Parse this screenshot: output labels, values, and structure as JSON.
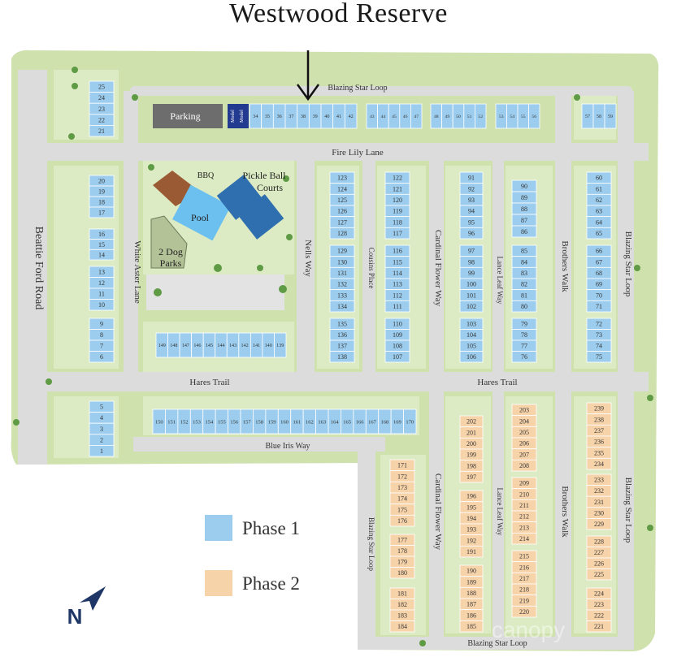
{
  "title": "Westwood Reserve",
  "roads": {
    "blazing_star_loop": "Blazing Star Loop",
    "fire_lily_lane": "Fire Lily Lane",
    "beattie_ford_road": "Beattie Ford Road",
    "white_aster_lane": "White Aster Lane",
    "nells_way": "Nells Way",
    "cousins_place": "Cousins Place",
    "cardinal_flower_way": "Cardinal Flower Way",
    "lance_leaf_way": "Lance Leaf Way",
    "brothers_walk": "Brothers Walk",
    "hares_trail": "Hares Trail",
    "blue_iris_way": "Blue Iris Way"
  },
  "amenities": {
    "parking": "Parking",
    "model": "Model",
    "bbq": "BBQ",
    "pickle_ball": "Pickle Ball",
    "courts": "Courts",
    "pool": "Pool",
    "dog_parks_line1": "2 Dog",
    "dog_parks_line2": "Parks"
  },
  "legend": {
    "phase1": {
      "label": "Phase 1",
      "color": "#9ccdee"
    },
    "phase2": {
      "label": "Phase 2",
      "color": "#f7d3aa"
    }
  },
  "north_label": "N",
  "watermark": "canopy",
  "colors": {
    "grass": "#cfe1ad",
    "grass_light": "#dcebc3",
    "road": "#dcdcdc",
    "lot_gray": "#f0f0f0",
    "tree": "#5f9a45",
    "arrow": "#1f3766"
  },
  "lots": {
    "row_21_25": [
      "25",
      "24",
      "23",
      "22",
      "21"
    ],
    "row_34_42": [
      "34",
      "35",
      "36",
      "37",
      "38",
      "39",
      "40",
      "41",
      "42"
    ],
    "row_43_47": [
      "43",
      "44",
      "45",
      "46",
      "47"
    ],
    "row_48_52": [
      "48",
      "49",
      "50",
      "51",
      "52"
    ],
    "row_53_56": [
      "53",
      "54",
      "55",
      "56"
    ],
    "row_57_59": [
      "57",
      "58",
      "59"
    ],
    "col_17_20": [
      "20",
      "19",
      "18",
      "17"
    ],
    "col_14_16": [
      "16",
      "15",
      "14"
    ],
    "col_10_13": [
      "13",
      "12",
      "11",
      "10"
    ],
    "col_6_9": [
      "9",
      "8",
      "7",
      "6"
    ],
    "col_1_5": [
      "5",
      "4",
      "3",
      "2",
      "1"
    ],
    "col_123_128": [
      "123",
      "124",
      "125",
      "126",
      "127",
      "128"
    ],
    "col_129_134": [
      "129",
      "130",
      "131",
      "132",
      "133",
      "134"
    ],
    "col_135_138": [
      "135",
      "136",
      "137",
      "138"
    ],
    "col_117_122": [
      "122",
      "121",
      "120",
      "119",
      "118",
      "117"
    ],
    "col_111_116": [
      "116",
      "115",
      "114",
      "113",
      "112",
      "111"
    ],
    "col_107_110": [
      "110",
      "109",
      "108",
      "107"
    ],
    "col_91_96": [
      "91",
      "92",
      "93",
      "94",
      "95",
      "96"
    ],
    "col_97_102": [
      "97",
      "98",
      "99",
      "100",
      "101",
      "102"
    ],
    "col_103_106": [
      "103",
      "104",
      "105",
      "106"
    ],
    "col_85_90": [
      "90",
      "89",
      "88",
      "87",
      "86"
    ],
    "col_80_85": [
      "85",
      "84",
      "83",
      "82",
      "81",
      "80"
    ],
    "col_76_79": [
      "79",
      "78",
      "77",
      "76"
    ],
    "col_60_65": [
      "60",
      "61",
      "62",
      "63",
      "64",
      "65"
    ],
    "col_66_71": [
      "66",
      "67",
      "68",
      "69",
      "70",
      "71"
    ],
    "col_72_75": [
      "72",
      "73",
      "74",
      "75"
    ],
    "row_139_149": [
      "149",
      "148",
      "147",
      "146",
      "145",
      "144",
      "143",
      "142",
      "141",
      "140",
      "139"
    ],
    "row_150_170": [
      "150",
      "151",
      "152",
      "153",
      "154",
      "155",
      "156",
      "157",
      "158",
      "159",
      "160",
      "161",
      "162",
      "163",
      "164",
      "165",
      "166",
      "167",
      "168",
      "169",
      "170"
    ],
    "col_171_176": [
      "171",
      "172",
      "173",
      "174",
      "175",
      "176"
    ],
    "col_177_180": [
      "177",
      "178",
      "179",
      "180"
    ],
    "col_181_184": [
      "181",
      "182",
      "183",
      "184"
    ],
    "col_197_202": [
      "202",
      "201",
      "200",
      "199",
      "198",
      "197"
    ],
    "col_191_196": [
      "196",
      "195",
      "194",
      "193",
      "192",
      "191"
    ],
    "col_185_190": [
      "190",
      "189",
      "188",
      "187",
      "186",
      "185"
    ],
    "col_203_208": [
      "203",
      "204",
      "205",
      "206",
      "207",
      "208"
    ],
    "col_209_214": [
      "209",
      "210",
      "211",
      "212",
      "213",
      "214"
    ],
    "col_215_220": [
      "215",
      "216",
      "217",
      "218",
      "219",
      "220"
    ],
    "col_234_239": [
      "239",
      "238",
      "237",
      "236",
      "235",
      "234"
    ],
    "col_229_233": [
      "233",
      "232",
      "231",
      "230",
      "229"
    ],
    "col_225_228": [
      "228",
      "227",
      "226",
      "225"
    ],
    "col_221_224": [
      "224",
      "223",
      "222",
      "221"
    ]
  }
}
